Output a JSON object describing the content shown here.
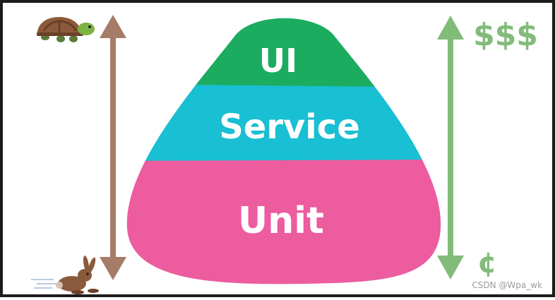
{
  "layers": {
    "ui": {
      "label": "UI",
      "color": "#1bac5f"
    },
    "service": {
      "label": "Service",
      "color": "#19bfd2"
    },
    "unit": {
      "label": "Unit",
      "color": "#ec5c9f"
    }
  },
  "speed_axis": {
    "color": "#a57c68",
    "top_icon": "turtle-icon",
    "bottom_icon": "rabbit-icon"
  },
  "cost_axis": {
    "color": "#82bb7a",
    "top_label": "$$$",
    "bottom_label": "¢"
  },
  "watermark": "CSDN @Wpa_wk"
}
